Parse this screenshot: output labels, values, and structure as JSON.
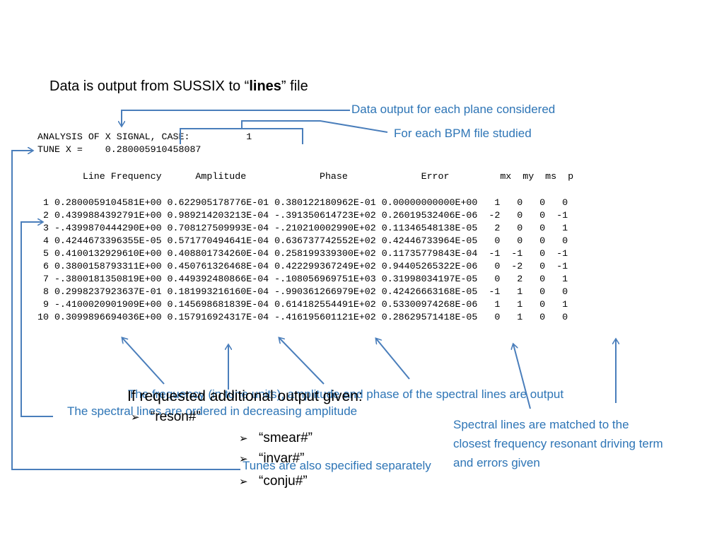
{
  "title": {
    "prefix": "Data is output from SUSSIX to “",
    "bold": "lines",
    "suffix": "” file"
  },
  "output": {
    "analysis_line": "ANALYSIS OF X SIGNAL, CASE:          1",
    "tune_line": "TUNE X =    0.280005910458087",
    "header_line": "        Line Frequency      Amplitude             Phase             Error         mx  my  ms  p",
    "rows": [
      " 1 0.2800059104581E+00 0.622905178776E-01 0.380122180962E-01 0.00000000000E+00   1   0   0   0",
      " 2 0.4399884392791E+00 0.989214203213E-04 -.391350614723E+02 0.26019532406E-06  -2   0   0  -1",
      " 3 -.4399870444290E+00 0.708127509993E-04 -.210210002990E+02 0.11346548138E-05   2   0   0   1",
      " 4 0.4244673396355E-05 0.571770494641E-04 0.636737742552E+02 0.42446733964E-05   0   0   0   0",
      " 5 0.4100132929610E+00 0.408801734260E-04 0.258199339300E+02 0.11735779843E-04  -1  -1   0  -1",
      " 6 0.3800158793311E+00 0.450761326468E-04 0.422299367249E+02 0.94405265322E-06   0  -2   0  -1",
      " 7 -.3800181350819E+00 0.449392480866E-04 -.108056969751E+03 0.31998034197E-05   0   2   0   1",
      " 8 0.2998237923637E-01 0.181993216160E-04 -.990361266979E+02 0.42426663168E-05  -1   1   0   0",
      " 9 -.4100020901909E+00 0.145698681839E-04 0.614182554491E+02 0.53300974268E-06   1   1   0   1",
      "10 0.3099896694036E+00 0.157916924317E-04 -.416195601121E+02 0.28629571418E-05   0   1   0   0"
    ]
  },
  "callouts": {
    "plane": "Data output for each plane considered",
    "bpm_file": "For each BPM file studied",
    "frequency_amp_phase": "The frequency (in tune units), amplitude and phase of the spectral lines are output",
    "ordered": "The spectral lines are ordered in decreasing amplitude",
    "matched": "Spectral lines are matched to the closest frequency resonant driving term and errors given",
    "tunes": "Tunes are also specified separately"
  },
  "additional": {
    "heading": "If requested additional output given:",
    "bullet_symbol": "➢",
    "items": [
      "“reson#”",
      "“smear#”",
      "“invar#”",
      "“conju#”"
    ]
  },
  "colors": {
    "accent": "#4a7ebb",
    "callout_text": "#2e75b6",
    "text": "#000000"
  }
}
